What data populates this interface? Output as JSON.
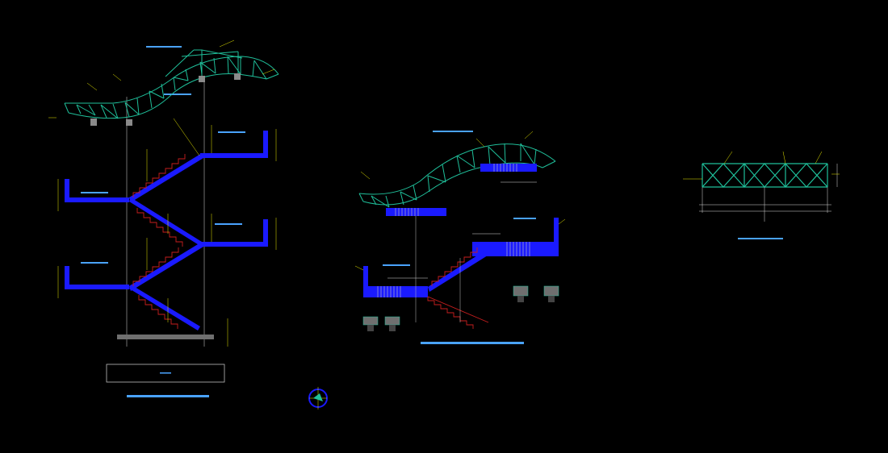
{
  "colors": {
    "background": "#000000",
    "truss": "#1fbf9a",
    "slab": "#1a1aff",
    "stair": "#c81e1e",
    "title_bar": "#4aa3ff",
    "label_text": "#9fd9ff",
    "leader": "#e8e800",
    "dimension": "#dcdcdc",
    "hatch": "#8a8a8a"
  },
  "icons": [
    "section-marker-icon"
  ],
  "views": [
    {
      "id": "section-main",
      "description_visible": false
    },
    {
      "id": "section-detail",
      "description_visible": false
    },
    {
      "id": "truss-elevation",
      "description_visible": false
    }
  ]
}
